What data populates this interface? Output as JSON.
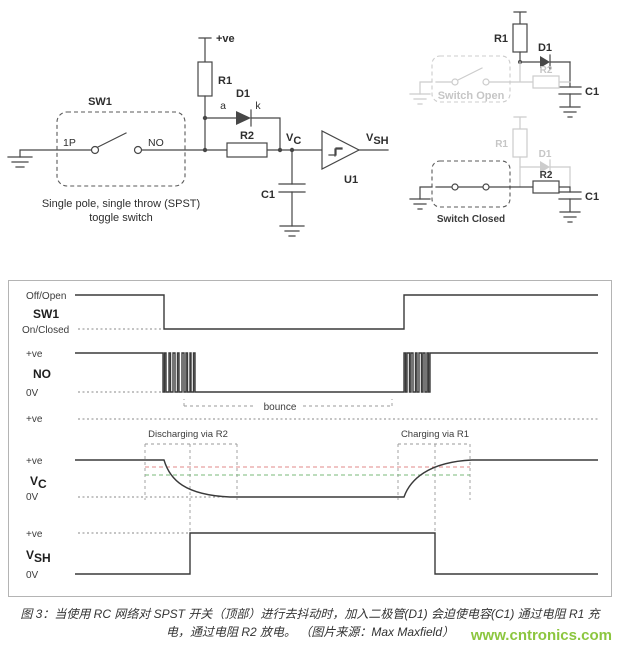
{
  "schematic": {
    "power_label": "+ve",
    "r1_label": "R1",
    "d1_label": "D1",
    "anode_label": "a",
    "cathode_label": "k",
    "r2_label": "R2",
    "c1_label": "C1",
    "u1_label": "U1",
    "sw1_label": "SW1",
    "pole_label": "1P",
    "no_label": "NO",
    "vc_main": "V",
    "vc_sub": "C",
    "vsh_main": "V",
    "vsh_sub": "SH",
    "switch_desc_line1": "Single pole, single throw (SPST)",
    "switch_desc_line2": "toggle switch",
    "mini_open": {
      "r1": "R1",
      "d1": "D1",
      "r2": "R2",
      "c1": "C1",
      "caption": "Switch Open"
    },
    "mini_closed": {
      "r1": "R1",
      "d1": "D1",
      "r2": "R2",
      "c1": "C1",
      "caption": "Switch Closed"
    }
  },
  "timing": {
    "sw1": {
      "name": "SW1",
      "level_high": "Off/Open",
      "level_low": "On/Closed"
    },
    "no": {
      "name": "NO",
      "level_high": "+ve",
      "level_low": "0V",
      "bounce_label": "bounce"
    },
    "vc": {
      "rail_label": "+ve",
      "name_main": "V",
      "name_sub": "C",
      "level_high": "+ve",
      "level_low": "0V",
      "discharge_label": "Discharging via R2",
      "charge_label": "Charging via R1"
    },
    "vsh": {
      "name_main": "V",
      "name_sub": "SH",
      "level_high": "+ve",
      "level_low": "0V"
    }
  },
  "caption": {
    "line1": "图 3：当使用 RC 网络对 SPST 开关（顶部）进行去抖动时，加入二极管(D1) 会迫使电容(C1) 通过电阻 R1 充",
    "line2": "电，通过电阻 R2 放电。 （图片来源：Max Maxfield）",
    "watermark": "www.cntronics.com"
  },
  "colors": {
    "circuit_stroke": "#474747",
    "faded_stroke": "#cccccc",
    "trace_stroke": "#3a3a3a",
    "threshold_red": "#e08a8a",
    "threshold_green": "#7ab87a",
    "watermark_green": "#8cc63f"
  }
}
